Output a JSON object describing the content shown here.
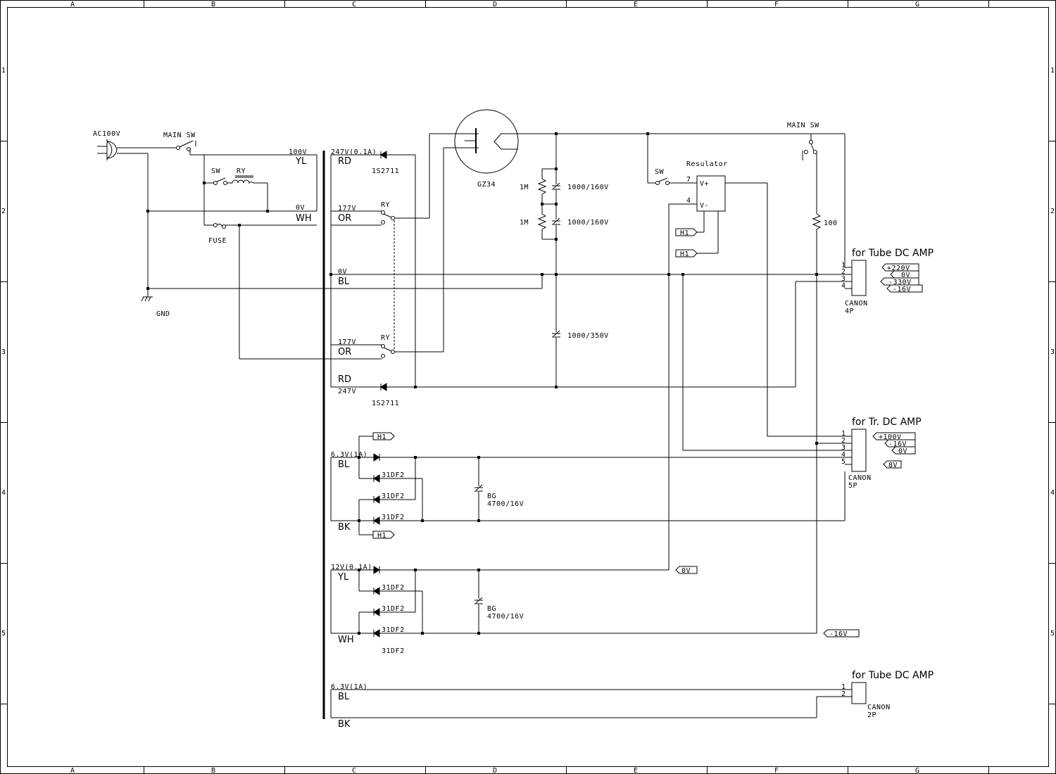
{
  "frame": {
    "col_labels": [
      "A",
      "B",
      "C",
      "D",
      "E",
      "F",
      "G"
    ],
    "row_labels": [
      "1",
      "2",
      "3",
      "4",
      "5"
    ]
  },
  "power_input": {
    "ac_label": "AC100V",
    "main_sw_label": "MAIN SW",
    "sw_label": "SW",
    "ry_label": "RY",
    "fuse_label": "FUSE",
    "gnd_label": "GND"
  },
  "transformer": {
    "primary": {
      "tap_100v": "100V",
      "yl": "YL",
      "tap_0v": "0V",
      "wh": "WH"
    },
    "hv": {
      "top_rating": "247V(0.1A)",
      "rd_top": "RD",
      "tap_177v_top": "177V",
      "or_top": "OR",
      "tap_0v": "0V",
      "bl": "BL",
      "tap_177v_bottom": "177V",
      "or_bottom": "OR",
      "rd_bottom": "RD",
      "tap_247v_bottom": "247V"
    },
    "heater1": {
      "rating": "6.3V(1A)",
      "bl": "BL",
      "bk": "BK"
    },
    "lv12": {
      "rating": "12V(0.1A)",
      "yl": "YL",
      "wh": "WH"
    },
    "heater2": {
      "rating": "6.3V(1A)",
      "bl": "BL",
      "bk": "BK"
    }
  },
  "components": {
    "diode_top": "1S2711",
    "diode_bottom": "1S2711",
    "relay_top": "RY",
    "relay_bottom": "RY",
    "rectifier_tube": "GZ34",
    "r1": "1M",
    "r2": "1M",
    "c1": "1000/160V",
    "c2": "1000/160V",
    "c3": "1000/350V",
    "sw2": "SW",
    "regulator": "Resulator",
    "reg_pin7": "7",
    "reg_pin4": "4",
    "reg_vplus": "V+",
    "reg_vminus": "V-",
    "main_sw2": "MAIN SW",
    "r100": "100",
    "h1_a": "H1",
    "h1_b": "H1",
    "h1_c": "H1",
    "h1_d": "H1",
    "d31_1": "31DF2",
    "d31_2": "31DF2",
    "d31_3": "31DF2",
    "d31_4": "31DF2",
    "d31_5": "31DF2",
    "d31_6": "31DF2",
    "d31_7": "31DF2",
    "cap_bg1_type": "BG",
    "cap_bg1_val": "4700/16V",
    "cap_bg2_type": "BG",
    "cap_bg2_val": "4700/16V",
    "flag_0v": "0V",
    "flag_m16v": "-16V"
  },
  "connectors": {
    "tube_dc_amp": {
      "title": "for Tube DC AMP",
      "pins": [
        "1",
        "2",
        "3",
        "4"
      ],
      "signals": [
        "+220V",
        "0V",
        "-330V",
        "-16V"
      ],
      "type": "CANON",
      "size": "4P"
    },
    "tr_dc_amp": {
      "title": "for Tr. DC AMP",
      "pins": [
        "1",
        "2",
        "3",
        "4",
        "5"
      ],
      "signals": [
        "+100V",
        "-16V",
        "0V",
        "8V"
      ],
      "type": "CANON",
      "size": "5P"
    },
    "tube_heater": {
      "title": "for Tube DC AMP",
      "pins": [
        "1",
        "2"
      ],
      "type": "CANON",
      "size": "2P"
    }
  }
}
